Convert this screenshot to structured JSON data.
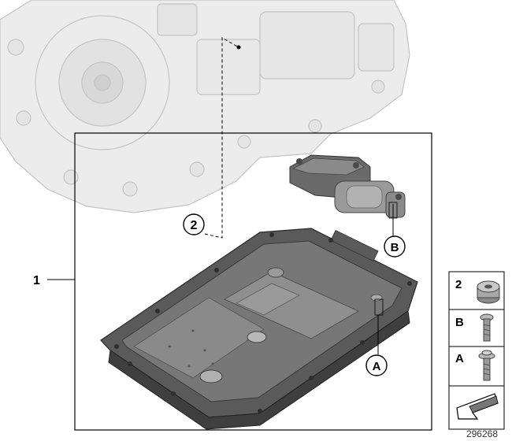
{
  "callouts": {
    "main_assembly": "1",
    "plug": "2",
    "screw_b": "B",
    "screw_a": "A"
  },
  "legend": {
    "rows": [
      {
        "key": "2"
      },
      {
        "key": "B"
      },
      {
        "key": "A"
      }
    ]
  },
  "image_ref": "296268",
  "colors": {
    "line": "#000000",
    "ghost_fill": "#ececec",
    "ghost_stroke": "#c4c4c4",
    "pan_dark": "#4c4c4c",
    "pan_mid": "#777777",
    "pan_light": "#9a9a9a",
    "frame": "#000000"
  }
}
